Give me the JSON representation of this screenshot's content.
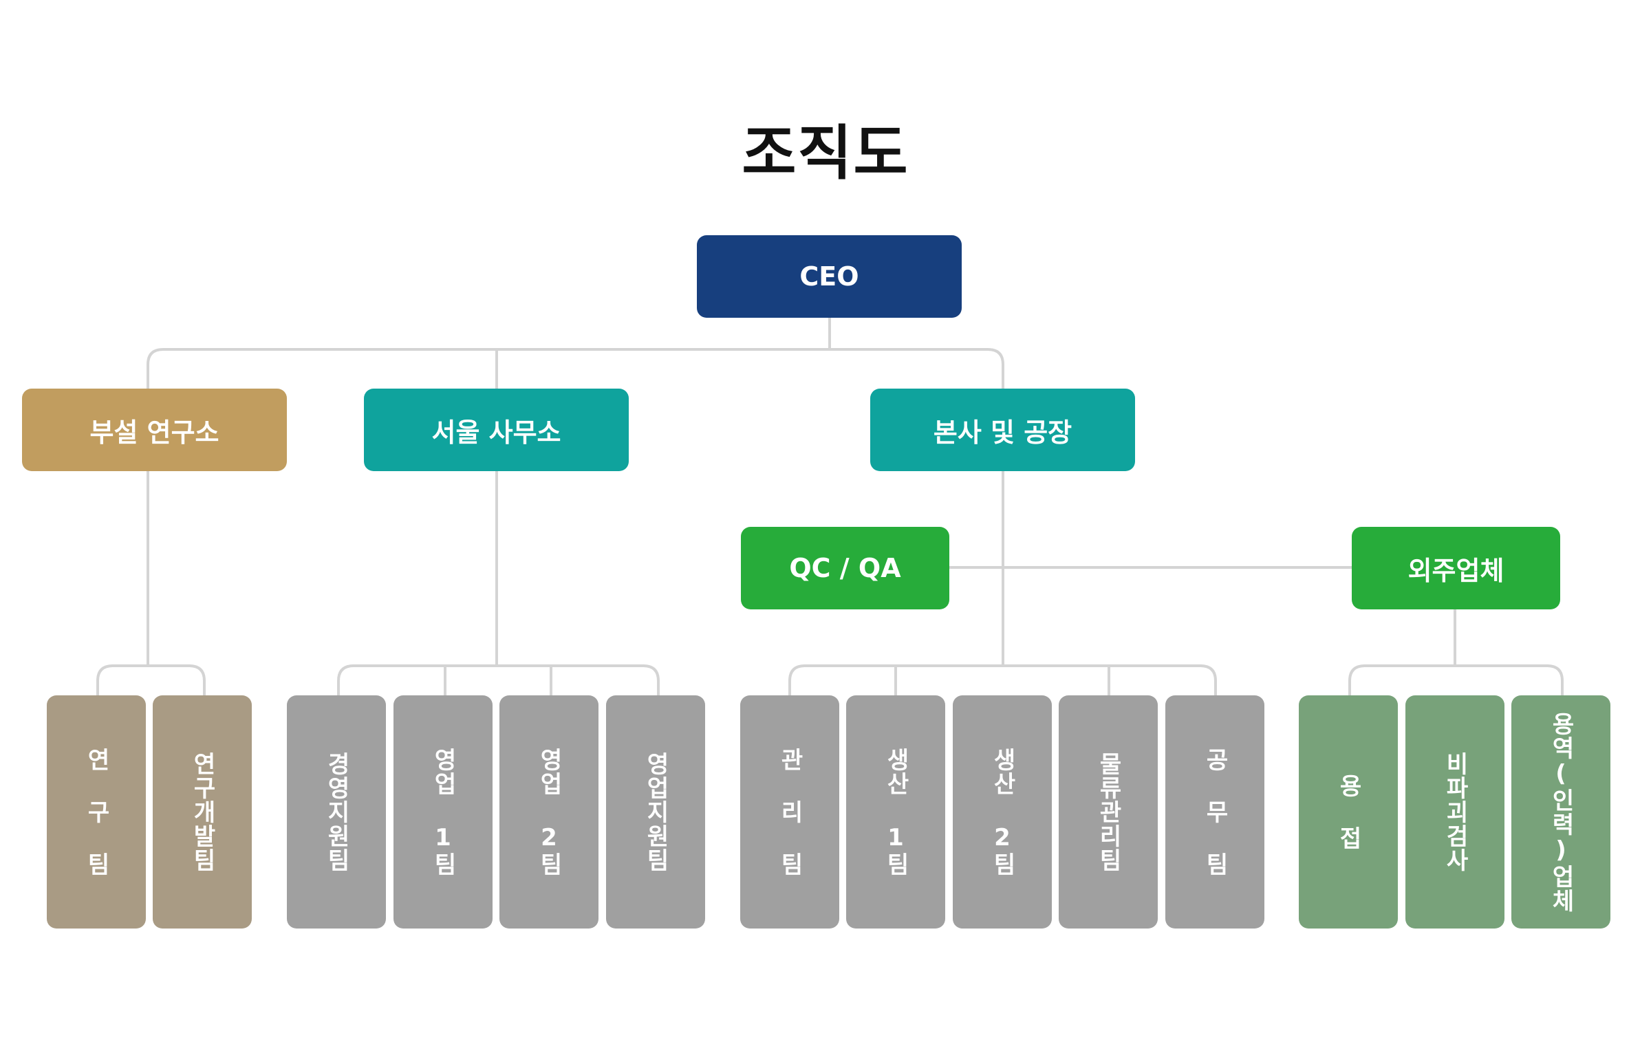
{
  "title": "조직도",
  "ceo": {
    "label": "CEO"
  },
  "divisions": {
    "lab": "부설 연구소",
    "seoul": "서울 사무소",
    "hq": "본사 및 공장"
  },
  "side_units": {
    "qcqa": "QC / QA",
    "outsourcing": "외주업체"
  },
  "teams": {
    "lab": [
      "연 구 팀",
      "연구개발팀"
    ],
    "seoul": [
      "경영지원팀",
      "영업 1팀",
      "영업 2팀",
      "영업지원팀"
    ],
    "hq": [
      "관 리 팀",
      "생산 1팀",
      "생산 2팀",
      "물류관리팀",
      "공 무 팀"
    ],
    "outsourcing": [
      "용 접",
      "비파괴검사",
      "용역(인력)업체"
    ]
  },
  "colors": {
    "ceo": "#173f7e",
    "lab": "#c19d5f",
    "division": "#0fa39d",
    "side_unit": "#27ac3a",
    "lab_team": "#a99b84",
    "team": "#a0a0a0",
    "outsourcing_team": "#78a27a",
    "connector": "#d4d4d4"
  }
}
